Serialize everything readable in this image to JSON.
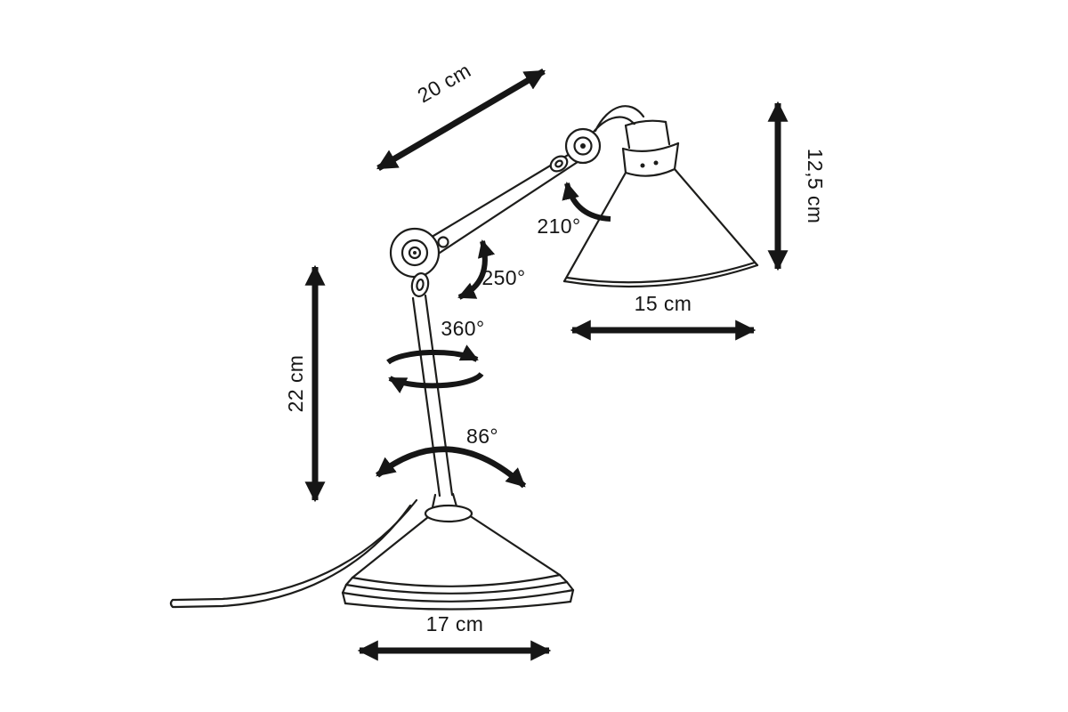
{
  "diagram": {
    "background": "#ffffff",
    "line_color": "#1d1d1b",
    "annotation_color": "#161616",
    "dimensions": {
      "arm_length": "20 cm",
      "shade_height": "12,5 cm",
      "shade_diameter": "15 cm",
      "column_height": "22 cm",
      "base_width": "17 cm"
    },
    "angles": {
      "shade_tilt": "210°",
      "elbow_rotation": "250°",
      "column_spin": "360°",
      "base_pivot": "86°"
    }
  }
}
